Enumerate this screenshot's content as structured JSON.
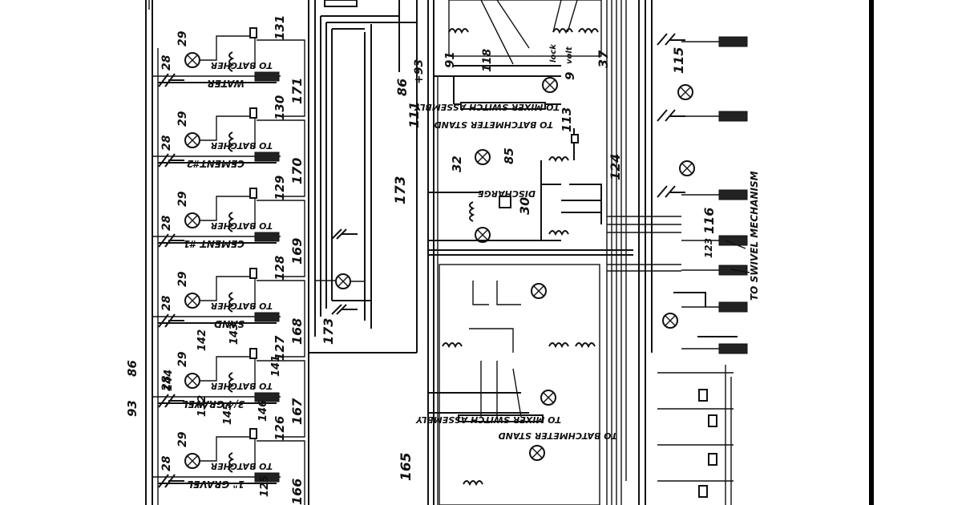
{
  "colors": {
    "ink": "#111111",
    "paper": "#ffffff",
    "edge": "#000000"
  },
  "material_labels": [
    "WATER",
    "CEMENT#2",
    "CEMENT #1",
    "SAND",
    "3/4 GRAVEL",
    "1\" GRAVEL"
  ],
  "batcher_labels": [
    "TO BATCHER",
    "TO BATCHER",
    "TO BATCHER",
    "TO BATCHER",
    "TO BATCHER",
    "TO BATCHER"
  ],
  "ref_numbers": {
    "lamp": "29",
    "switch": "28",
    "coils": [
      "131",
      "130",
      "129",
      "128",
      "127",
      "126"
    ],
    "lines": [
      "171",
      "170",
      "169",
      "168",
      "167",
      "166"
    ],
    "left_bus": [
      "93",
      "86"
    ],
    "gravel_parts": [
      "144",
      "142",
      "143",
      "141",
      "132",
      "145",
      "146",
      "125"
    ],
    "center": [
      "173",
      "173",
      "165",
      "111",
      "86",
      "+93",
      "91",
      "118",
      "113",
      "9",
      "32",
      "85",
      "30",
      "124",
      "115",
      "116",
      "123",
      "37"
    ]
  },
  "center_labels": {
    "mixer_switch_top": "TO MIXER SWITCH ASSEMBLY",
    "batchmeter_stand_top": "TO BATCHMETER STAND",
    "discharge": "DISCHARGE",
    "mixer_switch_bottom": "TO MIXER SWITCH ASSEMBLY",
    "batchmeter_stand_bottom": "TO BATCHMETER STAND",
    "swivel": "TO SWIVEL MECHANISM",
    "lock": "lock",
    "volt": "volt"
  }
}
